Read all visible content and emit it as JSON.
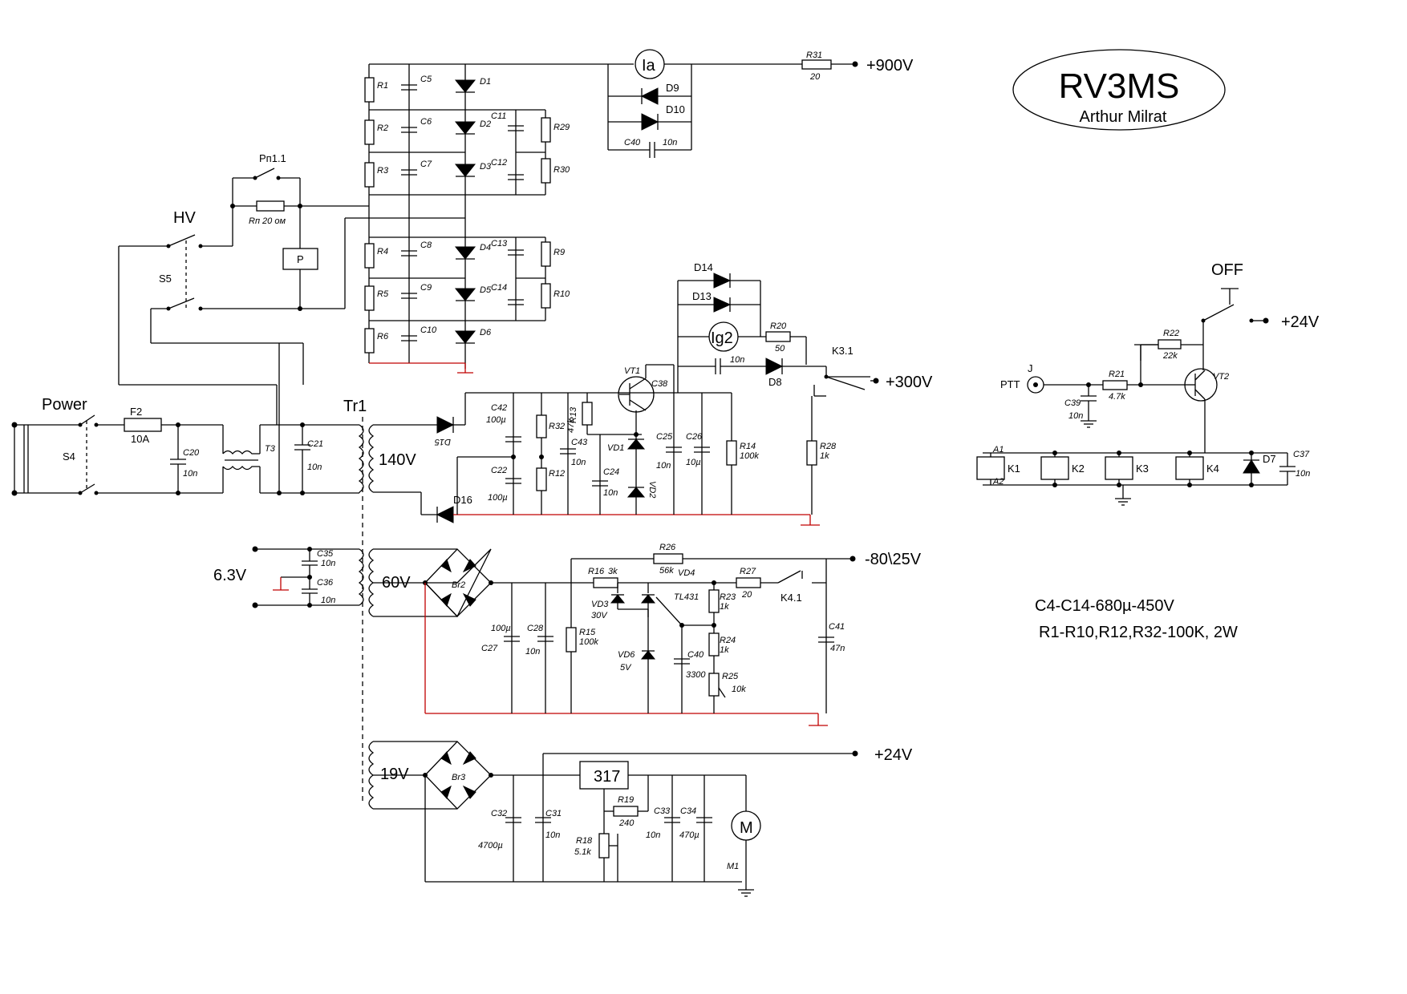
{
  "title": {
    "callsign": "RV3MS",
    "author": "Arthur Milrat"
  },
  "notes": [
    "C4-C14-680µ-450V",
    "R1-R10,R12,R32-100K, 2W"
  ],
  "rails": {
    "hv": "+900V",
    "screen": "+300V",
    "bias": "-80\\25V",
    "low": "+24V",
    "relay": "+24V"
  },
  "labels": {
    "power": "Power",
    "hv": "HV",
    "off": "OFF",
    "ptt": "PTT",
    "jack": "J",
    "tr1": "Tr1",
    "w140": "140V",
    "w60": "60V",
    "w19": "19V",
    "w63": "6.3V",
    "s4": "S4",
    "s5": "S5",
    "f2": "F2",
    "f2v": "10A",
    "t3": "T3",
    "rp11": "Рп1.1",
    "rp": "Rп 20 ом",
    "p": "P",
    "c20": "C20",
    "c20v": "10n",
    "c21": "C21",
    "c21v": "10n",
    "r1": "R1",
    "r2": "R2",
    "r3": "R3",
    "r4": "R4",
    "r5": "R5",
    "r6": "R6",
    "c5": "C5",
    "c6": "C6",
    "c7": "C7",
    "c8": "C8",
    "c9": "C9",
    "c10": "C10",
    "d1": "D1",
    "d2": "D2",
    "d3": "D3",
    "d4": "D4",
    "d5": "D5",
    "d6": "D6",
    "c11": "C11",
    "c12": "C12",
    "c13": "C13",
    "c14": "C14",
    "r29": "R29",
    "r30": "R30",
    "r9": "R9",
    "r10": "R10",
    "ia": "Ia",
    "d9": "D9",
    "d10": "D10",
    "c40a": "C40",
    "c40av": "10n",
    "r31": "R31",
    "r31v": "20",
    "d14": "D14",
    "d13": "D13",
    "ig2": "Ig2",
    "r20": "R20",
    "r20v": "50",
    "d8": "D8",
    "c38v": "10n",
    "k31": "K3.1",
    "vt1": "VT1",
    "c38": "C38",
    "r13": "R13",
    "r13v": "47k",
    "c42": "C42",
    "c42v": "100µ",
    "c22": "C22",
    "c22v": "100µ",
    "r32": "R32",
    "r12": "R12",
    "c43": "C43",
    "c43v": "10n",
    "vd1": "VD1",
    "vd2": "VD2",
    "c24": "C24",
    "c24v": "10n",
    "c25": "C25",
    "c25v": "10n",
    "c26": "C26",
    "c26v": "10µ",
    "r14": "R14",
    "r14v": "100k",
    "r28": "R28",
    "r28v": "1k",
    "d15": "D15",
    "d16": "D16",
    "br2": "Br2",
    "br3": "Br3",
    "c35": "C35",
    "c35v": "10n",
    "c36": "C36",
    "c36v": "10n",
    "r16": "R16",
    "r16v": "3k",
    "r26": "R26",
    "r26v": "56k",
    "vd4": "VD4",
    "r27": "R27",
    "r27v": "20",
    "k41": "K4.1",
    "vd3": "VD3",
    "vd3v": "30V",
    "tl431": "TL431",
    "r23": "R23",
    "r23v": "1k",
    "r24": "R24",
    "r24v": "1k",
    "r25": "R25",
    "r25v": "10k",
    "c27v": "100µ",
    "c27": "C27",
    "c28": "C28",
    "c28v": "10n",
    "r15": "R15",
    "r15v": "100k",
    "vd6": "VD6",
    "vd6v": "5V",
    "c40b": "C40",
    "c40bv": "3300",
    "c41": "C41",
    "c41v": "47n",
    "reg": "317",
    "r19": "R19",
    "r19v": "240",
    "r18": "R18",
    "r18v": "5.1k",
    "c32": "C32",
    "c32v": "4700µ",
    "c31": "C31",
    "c31v": "10n",
    "c33": "C33",
    "c33v": "10n",
    "c34": "C34",
    "c34v": "470µ",
    "m": "M",
    "m1": "M1",
    "r22": "R22",
    "r22v": "22k",
    "r21": "R21",
    "r21v": "4.7k",
    "c39": "C39",
    "c39v": "10n",
    "vt2": "VT2",
    "k1": "K1",
    "k2": "K2",
    "k3": "K3",
    "k4": "K4",
    "d7": "D7",
    "c37": "C37",
    "c37v": "10n",
    "a1": "A1",
    "a2": "A2"
  }
}
